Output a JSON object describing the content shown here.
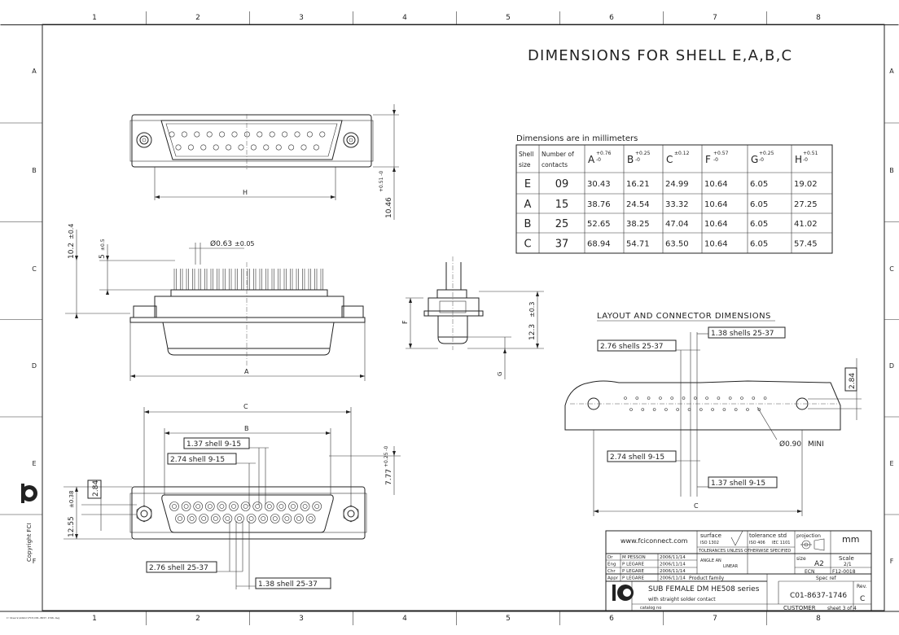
{
  "grid": {
    "cols": [
      "1",
      "2",
      "3",
      "4",
      "5",
      "6",
      "7",
      "8"
    ],
    "rows": [
      "A",
      "B",
      "C",
      "D",
      "E",
      "F"
    ]
  },
  "title": "DIMENSIONS FOR SHELL E,A,B,C",
  "copyright": "Copyright FCI",
  "dim_table": {
    "caption": "Dimensions are in millimeters",
    "headers": [
      "Shell size",
      "Number of contacts",
      "A +0.76 -0",
      "B +0.25 -0",
      "C ±0.12",
      "F +0.57 -0",
      "G +0.25 -0",
      "H +0.51 -0"
    ],
    "header_lines": [
      [
        "Shell",
        "size"
      ],
      [
        "Number of",
        "contacts"
      ],
      [
        "A",
        "+0.76 -0"
      ],
      [
        "B",
        "+0.25 -0"
      ],
      [
        "C",
        "±0.12"
      ],
      [
        "F",
        "+0.57 -0"
      ],
      [
        "G",
        "+0.25 -0"
      ],
      [
        "H",
        "+0.51 -0"
      ]
    ],
    "rows": [
      [
        "E",
        "09",
        "30.43",
        "16.21",
        "24.99",
        "10.64",
        "6.05",
        "19.02"
      ],
      [
        "A",
        "15",
        "38.76",
        "24.54",
        "33.32",
        "10.64",
        "6.05",
        "27.25"
      ],
      [
        "B",
        "25",
        "52.65",
        "38.25",
        "47.04",
        "10.64",
        "6.05",
        "41.02"
      ],
      [
        "C",
        "37",
        "68.94",
        "54.71",
        "63.50",
        "10.64",
        "6.05",
        "57.45"
      ]
    ]
  },
  "top_view": {
    "dim_h": "H",
    "dim_1046": "10.46",
    "dim_1046_tol": "+0.51 -0"
  },
  "side_view": {
    "dim_102": "10.2",
    "dim_102_tol": "±0.4",
    "dim_5": "5",
    "dim_5_tol": "±0.5",
    "pin_dia": "Ø0.63",
    "pin_tol": "±0.05",
    "dim_a": "A"
  },
  "end_view": {
    "dim_f": "F",
    "dim_123": "12.3",
    "dim_123_tol": "±0.3",
    "dim_g": "G"
  },
  "front_view": {
    "dim_c": "C",
    "dim_b": "B",
    "note1": "1.37 shell 9-15",
    "note2": "2.74 shell 9-15",
    "note3": "2.76 shell 25-37",
    "note4": "1.38 shell 25-37",
    "dim_284": "2.84",
    "dim_1255": "12.55",
    "dim_1255_tol": "±0.38",
    "dim_777": "7.77",
    "dim_777_tol": "+0.25 -0"
  },
  "layout": {
    "title": "LAYOUT AND CONNECTOR DIMENSIONS",
    "note_a": "1.38 shells 25-37",
    "note_b": "2.76 shells 25-37",
    "note_c": "2.74 shell 9-15",
    "note_d": "1.37 shell 9-15",
    "hole": "Ø0.90",
    "mini": "MINI",
    "dim_284": "2.84",
    "dim_c": "C"
  },
  "title_block": {
    "website": "www.fciconnect.com",
    "surface": "surface",
    "surface_std": "ISO 1302",
    "tolerance_std_label": "tolerance std",
    "tolerance_iso": "ISO 406",
    "tolerance_iec": "IEC 1101",
    "tolerance_note": "TOLERANCES UNLESS OTHERWISE SPECIFIED",
    "projection": "projection",
    "units": "mm",
    "scale_label": "Scale",
    "scale": "2/1",
    "size_label": "size",
    "size": "A2",
    "ecn_label": "ECN",
    "ecn": "F12-0018",
    "spec_ref": "Spec ref",
    "product_family": "Product family",
    "draw_title_line1": "SUB FEMALE DM HE508 series",
    "draw_title_line2": "with straight solder contact",
    "catalog_no": "catalog no",
    "dwg_no": "C01-8637-1746",
    "rev_label": "Rev.",
    "rev": "C",
    "customer": "CUSTOMER",
    "sheet": "sheet 3 of 4",
    "angle_label": "ANGLE AN",
    "linear_label": "LINEAR",
    "people": [
      {
        "role": "Dr",
        "name": "M PESSON",
        "date": "2006/11/14"
      },
      {
        "role": "Eng",
        "name": "P LEGARE",
        "date": "2006/11/14"
      },
      {
        "role": "Chr",
        "name": "P LEGARE",
        "date": "2006/11/14"
      },
      {
        "role": "Appr",
        "name": "P LEGARE",
        "date": "2006/11/14"
      }
    ]
  },
  "footer_ref": "C:\\Users\\Admin\\FCI\\C01-8637-1746.dwg"
}
